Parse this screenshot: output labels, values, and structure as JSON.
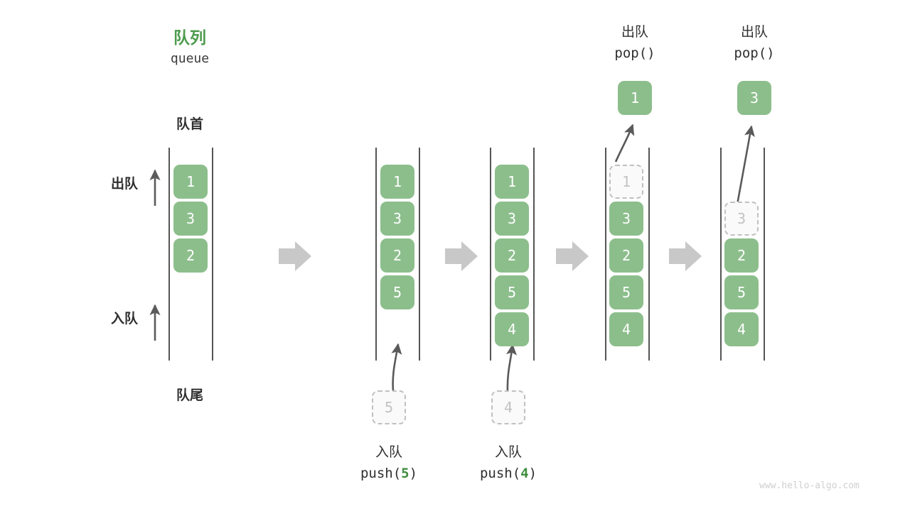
{
  "diagram": {
    "title_cn": "队列",
    "title_en": "queue",
    "accent_color": "#4d9b4d",
    "cell_color": "#8cbe8c",
    "ghost_color": "#c0c0c0",
    "arrow_color": "#c8c8c8",
    "head_label": "队首",
    "tail_label": "队尾",
    "dequeue_label": "出队",
    "enqueue_label": "入队",
    "watermark": "www.hello-algo.com"
  },
  "columns": [
    {
      "id": "initial",
      "cells": [
        {
          "value": "1",
          "state": "filled"
        },
        {
          "value": "3",
          "state": "filled"
        },
        {
          "value": "2",
          "state": "filled"
        }
      ],
      "side_labels": [
        {
          "text": "出队",
          "dir": "up"
        },
        {
          "text": "入队",
          "dir": "up"
        }
      ],
      "top_labels": [],
      "bottom_labels": []
    },
    {
      "id": "push-5",
      "cells": [
        {
          "value": "1",
          "state": "filled"
        },
        {
          "value": "3",
          "state": "filled"
        },
        {
          "value": "2",
          "state": "filled"
        },
        {
          "value": "5",
          "state": "filled"
        }
      ],
      "incoming": {
        "value": "5",
        "state": "ghost"
      },
      "caption_cn": "入队",
      "caption_code_prefix": "push(",
      "caption_code_value": "5",
      "caption_code_suffix": ")"
    },
    {
      "id": "push-4",
      "cells": [
        {
          "value": "1",
          "state": "filled"
        },
        {
          "value": "3",
          "state": "filled"
        },
        {
          "value": "2",
          "state": "filled"
        },
        {
          "value": "5",
          "state": "filled"
        },
        {
          "value": "4",
          "state": "filled"
        }
      ],
      "incoming": {
        "value": "4",
        "state": "ghost"
      },
      "caption_cn": "入队",
      "caption_code_prefix": "push(",
      "caption_code_value": "4",
      "caption_code_suffix": ")"
    },
    {
      "id": "pop-1",
      "cells": [
        {
          "value": "1",
          "state": "ghost"
        },
        {
          "value": "3",
          "state": "filled"
        },
        {
          "value": "2",
          "state": "filled"
        },
        {
          "value": "5",
          "state": "filled"
        },
        {
          "value": "4",
          "state": "filled"
        }
      ],
      "popped": {
        "value": "1",
        "state": "filled"
      },
      "caption_cn": "出队",
      "caption_code": "pop()"
    },
    {
      "id": "pop-3",
      "cells": [
        {
          "value": "",
          "state": "empty"
        },
        {
          "value": "3",
          "state": "ghost"
        },
        {
          "value": "2",
          "state": "filled"
        },
        {
          "value": "5",
          "state": "filled"
        },
        {
          "value": "4",
          "state": "filled"
        }
      ],
      "popped": {
        "value": "3",
        "state": "filled"
      },
      "caption_cn": "出队",
      "caption_code": "pop()"
    }
  ],
  "separators": [
    {
      "id": "sep-1"
    },
    {
      "id": "sep-2"
    },
    {
      "id": "sep-3"
    },
    {
      "id": "sep-4"
    }
  ]
}
